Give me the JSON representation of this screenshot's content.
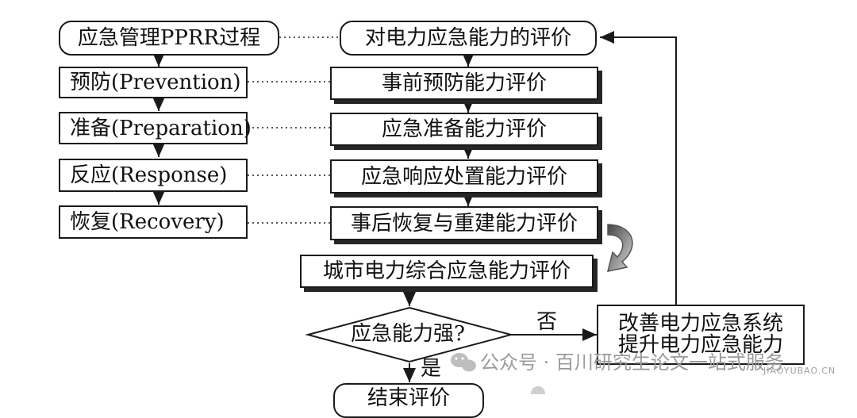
{
  "left_column": {
    "header": "应急管理PPRR过程",
    "steps": [
      "预防(Prevention)",
      "准备(Preparation)",
      "反应(Response)",
      "恢复(Recovery)"
    ]
  },
  "right_column": {
    "header": "对电力应急能力的评价",
    "steps": [
      "事前预防能力评价",
      "应急准备能力评价",
      "应急响应处置能力评价",
      "事后恢复与重建能力评价"
    ]
  },
  "comprehensive": "城市电力综合应急能力评价",
  "decision": "应急能力强?",
  "no_label": "否",
  "yes_label": "是",
  "improve": {
    "line1": "改善电力应急系统",
    "line2": "提升电力应急能力"
  },
  "end": "结束评价",
  "watermark": {
    "main": "公众号 · 百川研究生论文一站式服务",
    "logo_small": "JIAOYUBAO.CN"
  }
}
